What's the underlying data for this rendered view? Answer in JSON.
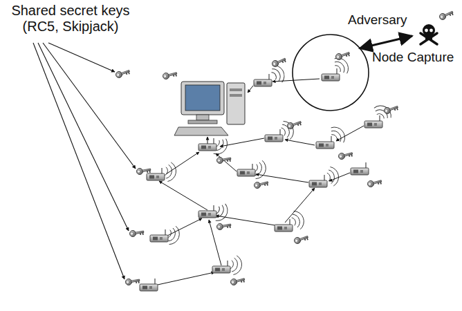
{
  "diagram": {
    "labels": [
      "Shared secret keys (RC5, Skipjack)",
      "Adversary",
      "Node Capture"
    ]
  }
}
